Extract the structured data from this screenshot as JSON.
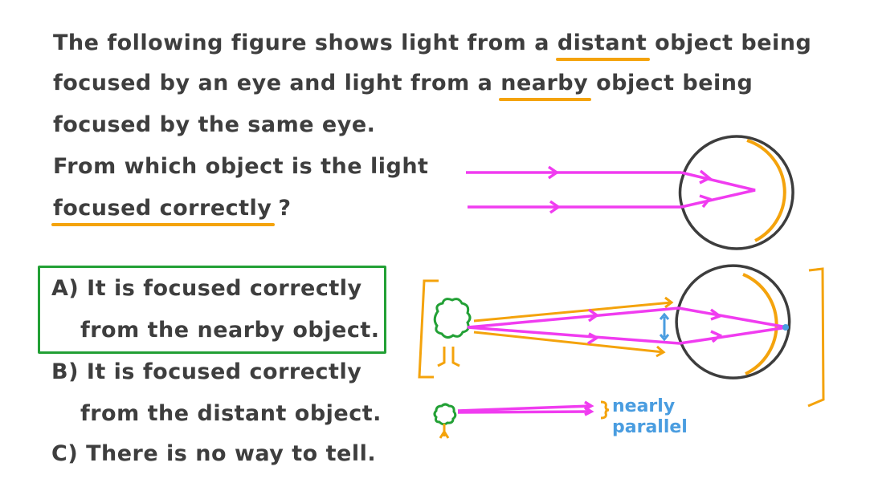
{
  "question": {
    "line1_pre": "The following figure shows light from a ",
    "line1_emph": "distant",
    "line1_post": " object being",
    "line2_pre": "focused by an eye and light from a ",
    "line2_emph": "nearby",
    "line2_post": " object being",
    "line3": "focused by the same eye.",
    "line4": "From which object is the light",
    "line5_emph": "focused correctly",
    "line5_post": "?"
  },
  "options": [
    {
      "letter": "A)",
      "line1": "It is focused correctly",
      "line2": "from the nearby object.",
      "selected": true
    },
    {
      "letter": "B)",
      "line1": "It is focused correctly",
      "line2": "from the distant object.",
      "selected": false
    },
    {
      "letter": "C)",
      "line1": "There is no way to tell.",
      "selected": false
    }
  ],
  "annotation": {
    "line1": "nearly",
    "line2": "parallel"
  },
  "colors": {
    "text": "#3e3e3e",
    "highlight": "#f4a30c",
    "ray": "#f03cf0",
    "correct": "#22a035",
    "annotation": "#4a9de0",
    "tree": "#22a035"
  }
}
